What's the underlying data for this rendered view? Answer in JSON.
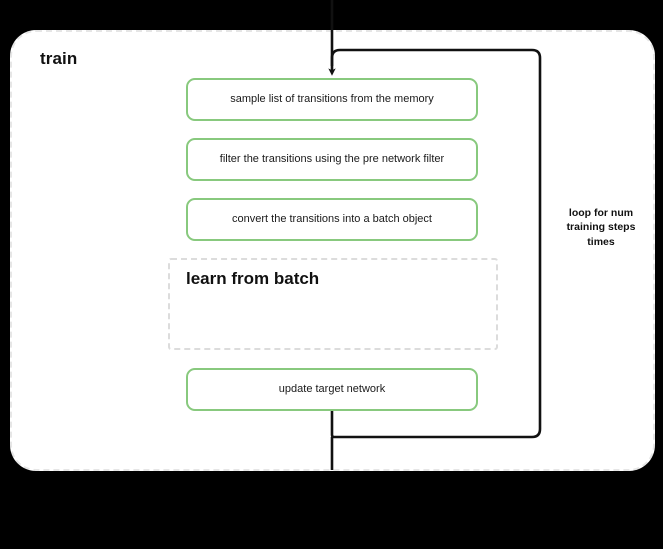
{
  "diagram": {
    "title": "train",
    "background_color": "#000000",
    "container_fill": "#ffffff",
    "container_border_color": "#e6e6e6",
    "accent_color": "#88c97e",
    "connector_color": "#111111",
    "steps": [
      {
        "id": "sample",
        "label": "sample list of transitions from the memory",
        "style": "green-box"
      },
      {
        "id": "filter",
        "label": "filter the transitions using the pre network filter",
        "style": "green-box"
      },
      {
        "id": "convert",
        "label": "convert the transitions into a batch object",
        "style": "green-box"
      },
      {
        "id": "update-target",
        "label": "update target network",
        "style": "green-box"
      }
    ],
    "subprocess": {
      "id": "learn-from-batch",
      "label": "learn from batch",
      "style": "dashed-box"
    },
    "loop": {
      "label": "loop for num training steps times",
      "label_lines": [
        "loop for num",
        "training steps",
        "times"
      ]
    },
    "connectors": {
      "entry_arrow": "down-arrow-into-sample",
      "loop_back": "update-target-to-sample"
    }
  }
}
